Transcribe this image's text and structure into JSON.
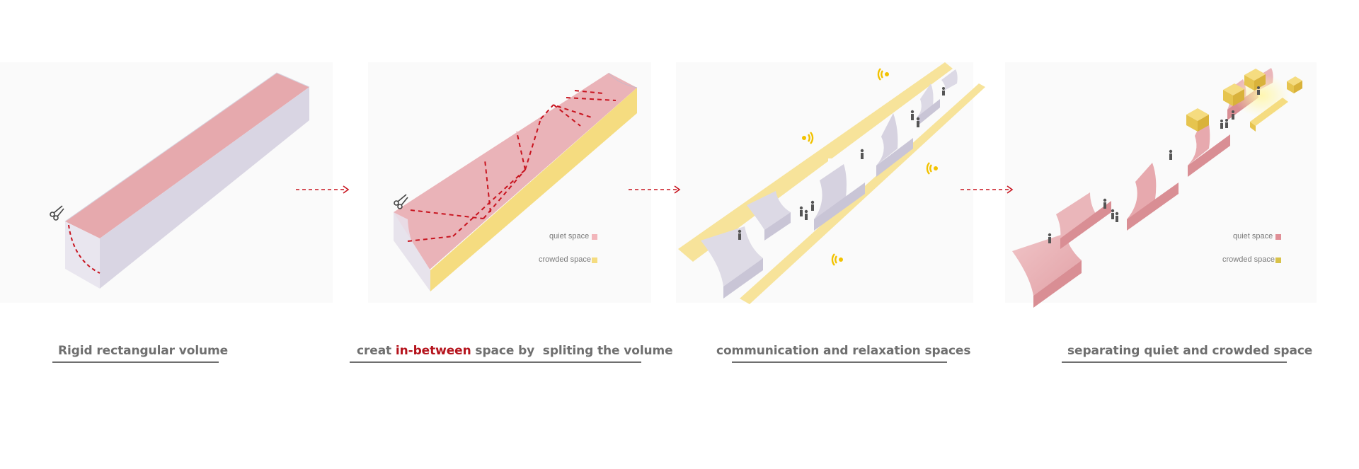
{
  "steps": [
    {
      "caption": "Rigid rectangular volume"
    },
    {
      "caption_pre": "creat ",
      "caption_highlight": "in-between",
      "caption_post": " space by  spliting the volume"
    },
    {
      "caption": "communication and relaxation spaces"
    },
    {
      "caption": "separating quiet and crowded space"
    }
  ],
  "legend": {
    "quiet_label": "quiet space",
    "crowded_label": "crowded space"
  },
  "colors": {
    "quiet": "#e8a6ab",
    "crowded": "#f5dc80",
    "accent": "#b5131c",
    "text": "#6f6f6f"
  },
  "icons": [
    "scissors-icon",
    "arrow-right-icon",
    "sound-wave-icon",
    "person-icon"
  ]
}
